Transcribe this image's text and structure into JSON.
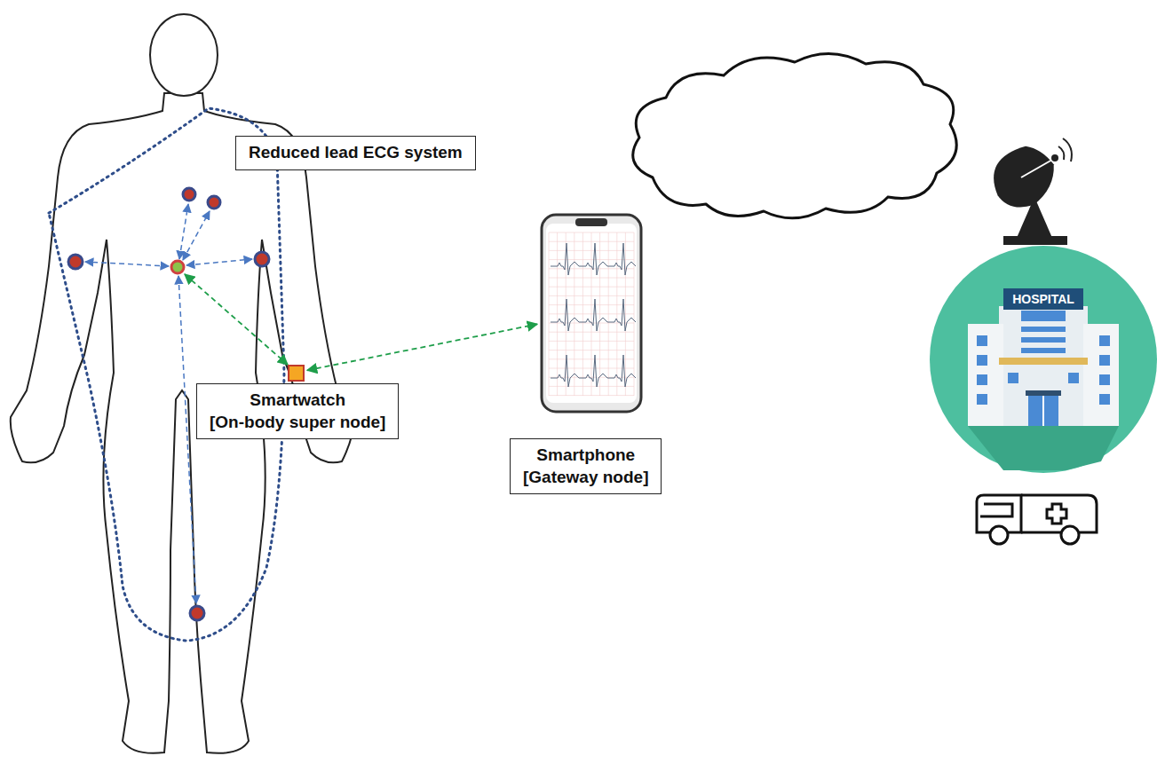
{
  "diagram": {
    "nodes": [
      {
        "text": [
          "Reduced lead ECG system"
        ]
      },
      {
        "text": [
          "Smartwatch",
          "[On-body super node]"
        ]
      },
      {
        "text": [
          "Smartphone",
          "[Gateway node]"
        ]
      }
    ],
    "edges": [
      {
        "from": 1,
        "to": 2,
        "arrow": "both"
      }
    ],
    "labels": [
      "HOSPITAL"
    ]
  }
}
